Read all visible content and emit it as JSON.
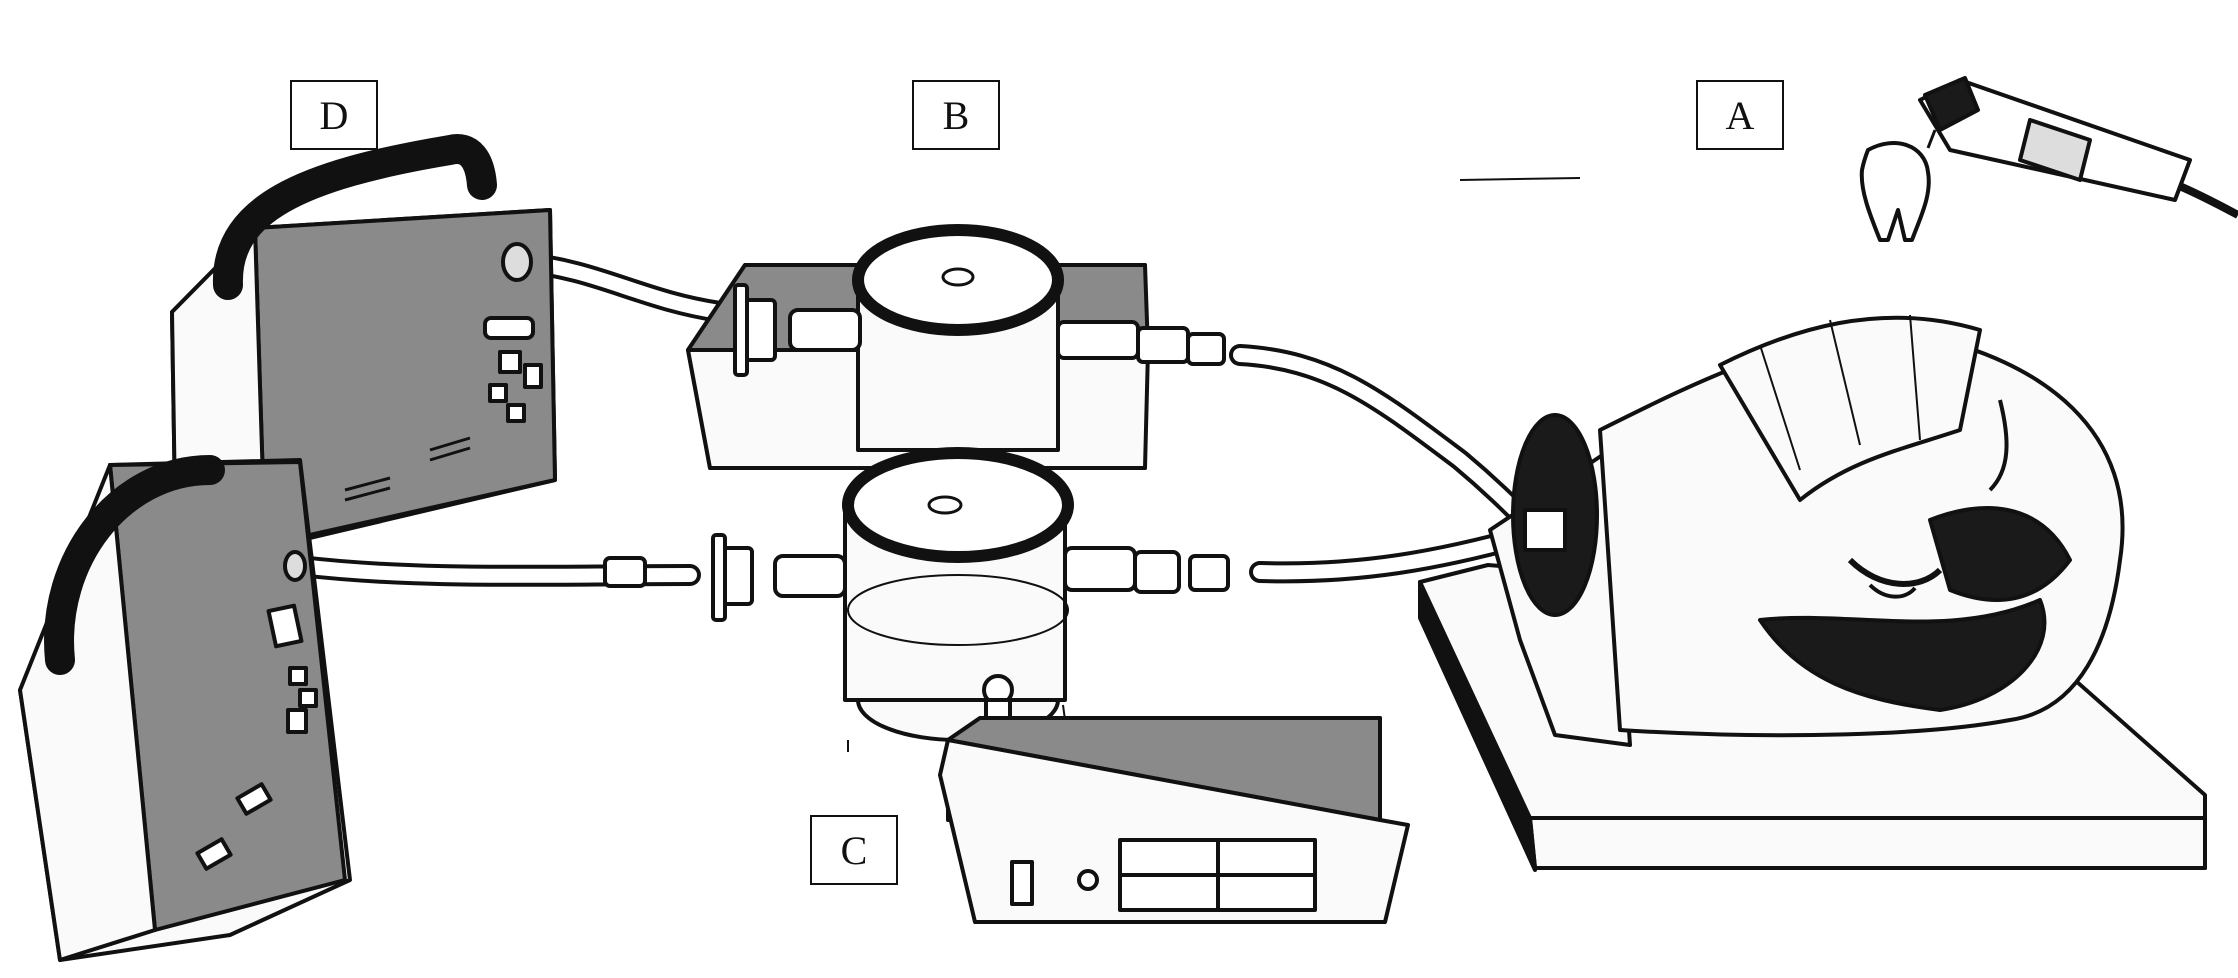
{
  "labels": {
    "a": "A",
    "b": "B",
    "c": "C",
    "d": "D"
  },
  "colors": {
    "ink": "#111111",
    "panel_gray": "#8a8a8a",
    "body_white": "#ffffff",
    "dark_fill": "#1a1a1a"
  }
}
